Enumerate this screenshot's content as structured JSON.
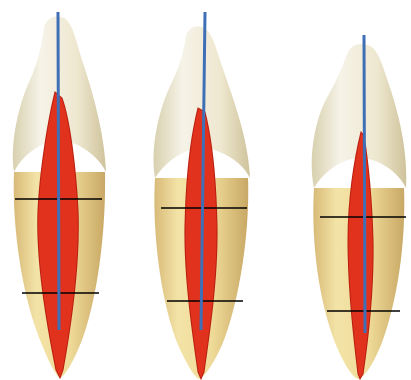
{
  "figure": {
    "background": "#ffffff",
    "colors": {
      "crown_light": "#f4f1e6",
      "crown_mid": "#ece5cc",
      "crown_shadow": "#d9cfa8",
      "root_light": "#f3e4a9",
      "root_mid": "#e8d18a",
      "root_shadow": "#caa968",
      "pulp": "#e0321c",
      "pulp_edge": "#b81e10",
      "file": "#3f6fb6",
      "reference_line": "#000000"
    },
    "teeth": [
      {
        "id": "tooth-left"
      },
      {
        "id": "tooth-middle"
      },
      {
        "id": "tooth-right"
      }
    ]
  }
}
